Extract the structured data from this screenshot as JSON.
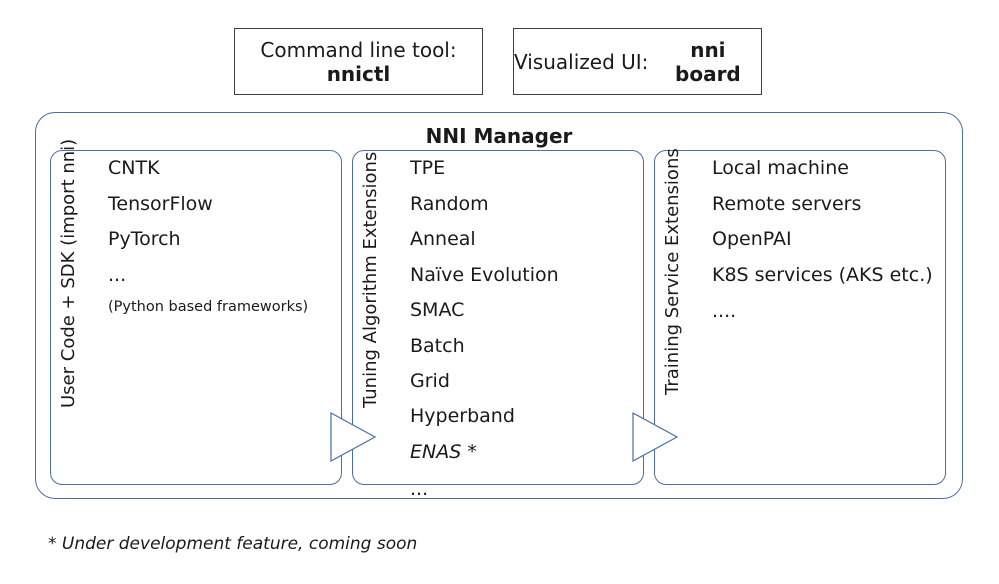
{
  "top": {
    "cli_line1": "Command line tool:",
    "cli_line2": "nnictl",
    "ui_prefix": "Visualized UI: ",
    "ui_bold": "nni board"
  },
  "manager": {
    "title": "NNI Manager"
  },
  "panels": {
    "user_code": {
      "label": "User Code + SDK (import nni)",
      "items": [
        "CNTK",
        "TensorFlow",
        "PyTorch",
        "..."
      ],
      "note": "(Python based frameworks)"
    },
    "tuning": {
      "label": "Tuning Algorithm Extensions",
      "items": [
        "TPE",
        "Random",
        "Anneal",
        "Naïve Evolution",
        "SMAC",
        "Batch",
        "Grid",
        "Hyperband",
        "ENAS *"
      ],
      "more": "..."
    },
    "training": {
      "label": "Training Service Extensions",
      "items": [
        "Local machine",
        "Remote servers",
        "OpenPAI",
        "K8S services (AKS etc.)",
        "...."
      ]
    }
  },
  "footnote": "* Under development feature, coming soon",
  "colors": {
    "border": "#4a6fa5",
    "box_border": "#3a3f4a",
    "text": "#1a1a1a"
  }
}
